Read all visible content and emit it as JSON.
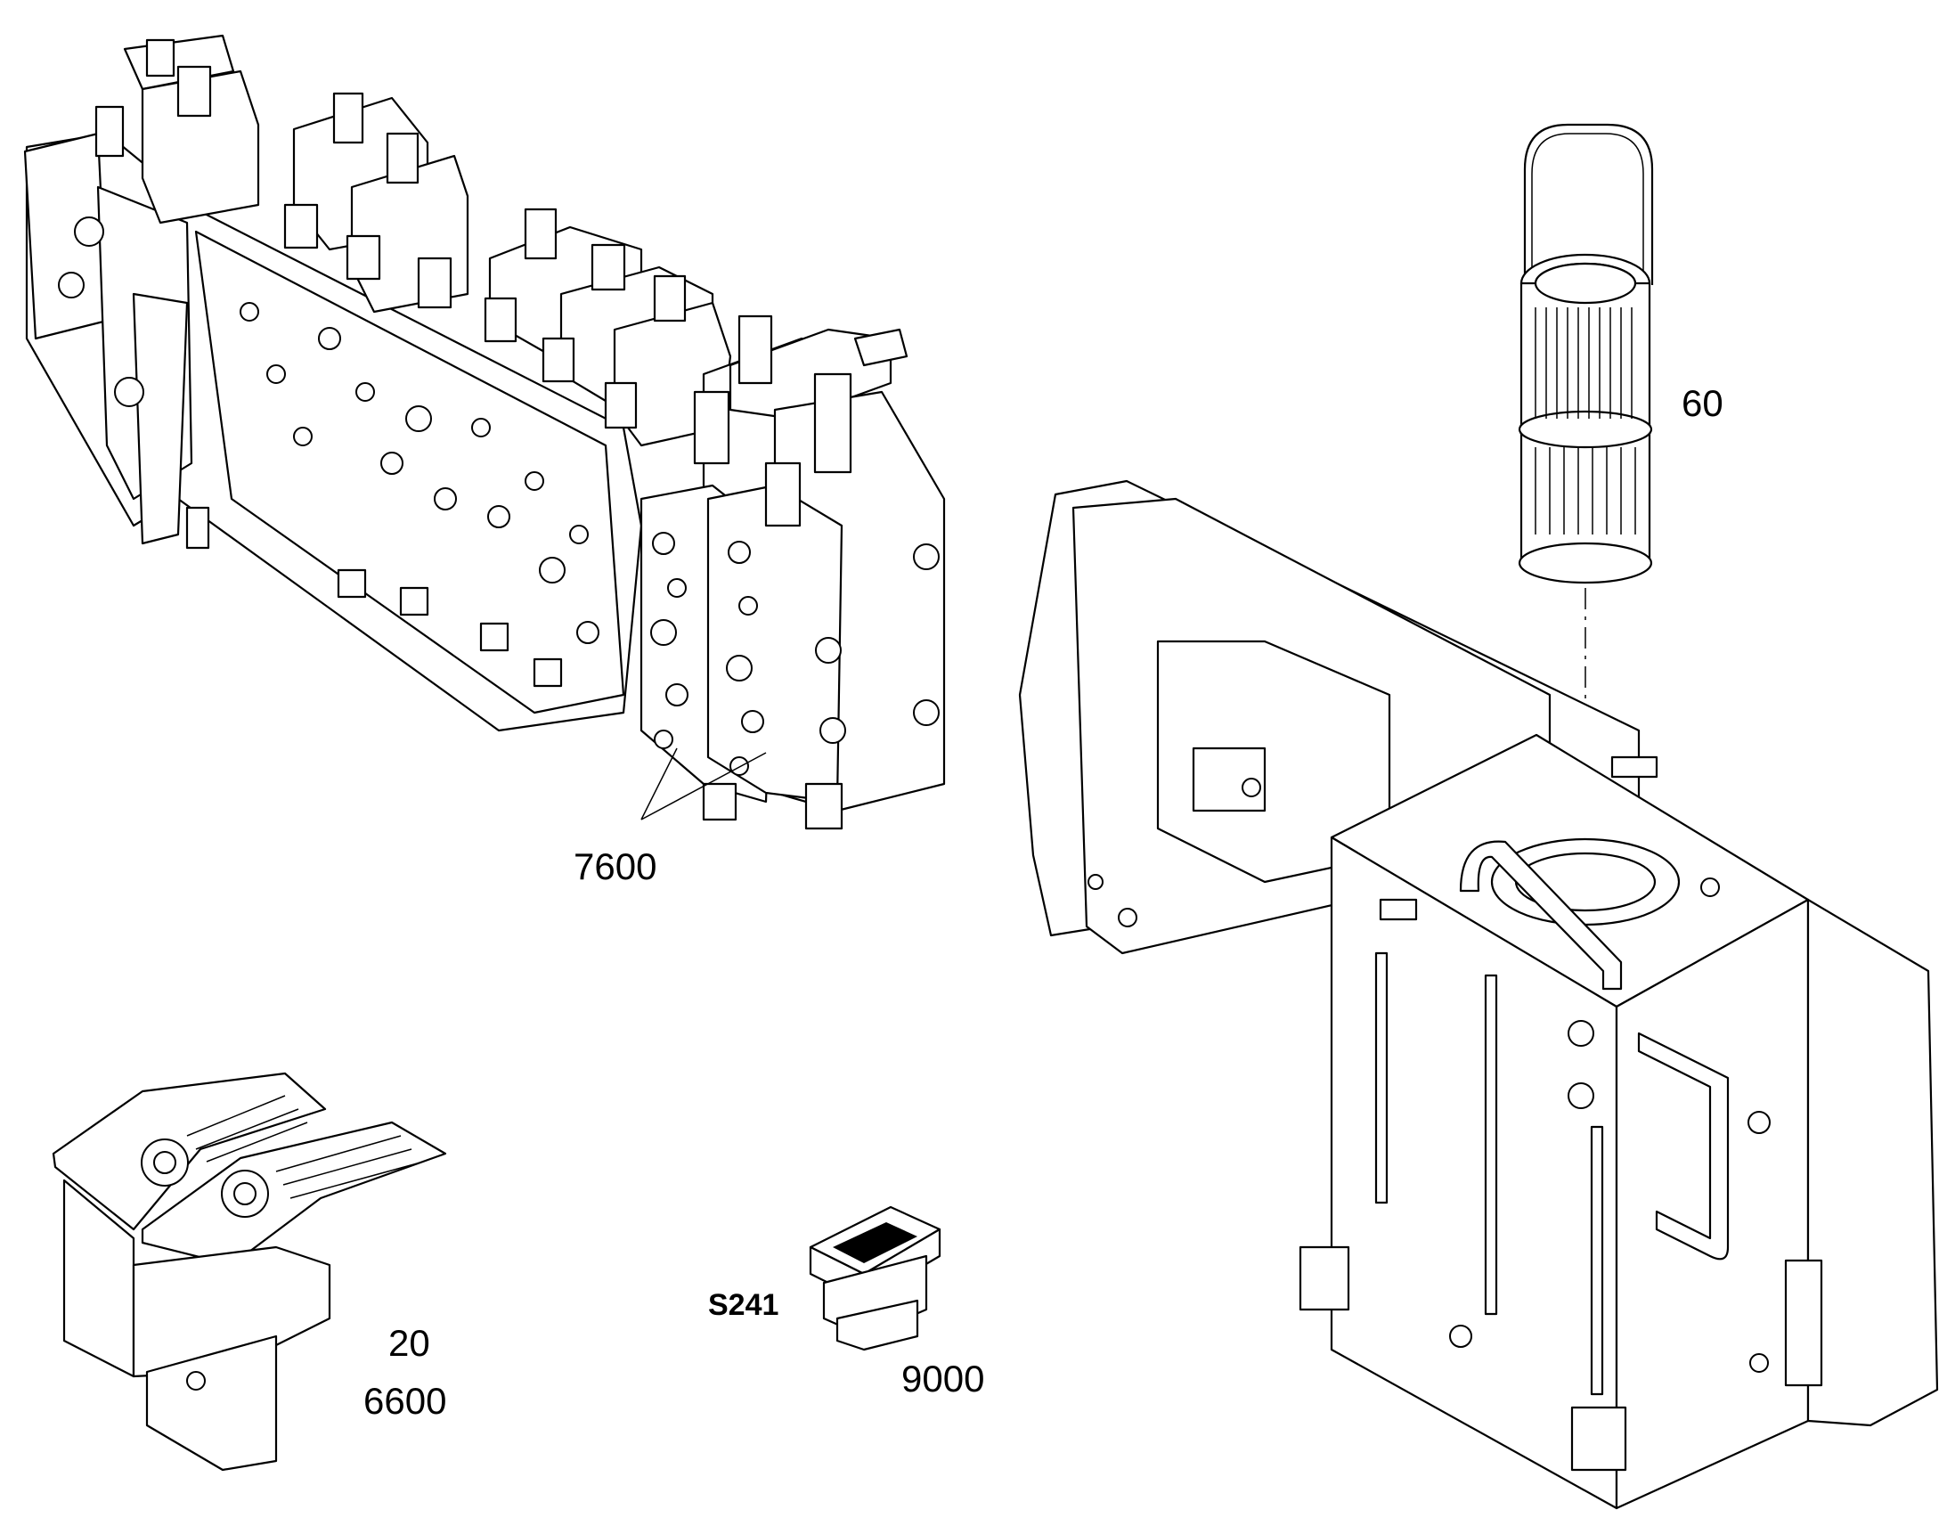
{
  "labels": {
    "filter": "60",
    "valve_block": "7600",
    "pedal_item": "20",
    "pedal_assembly": "6600",
    "switch_code": "S241",
    "switch_item": "9000"
  }
}
